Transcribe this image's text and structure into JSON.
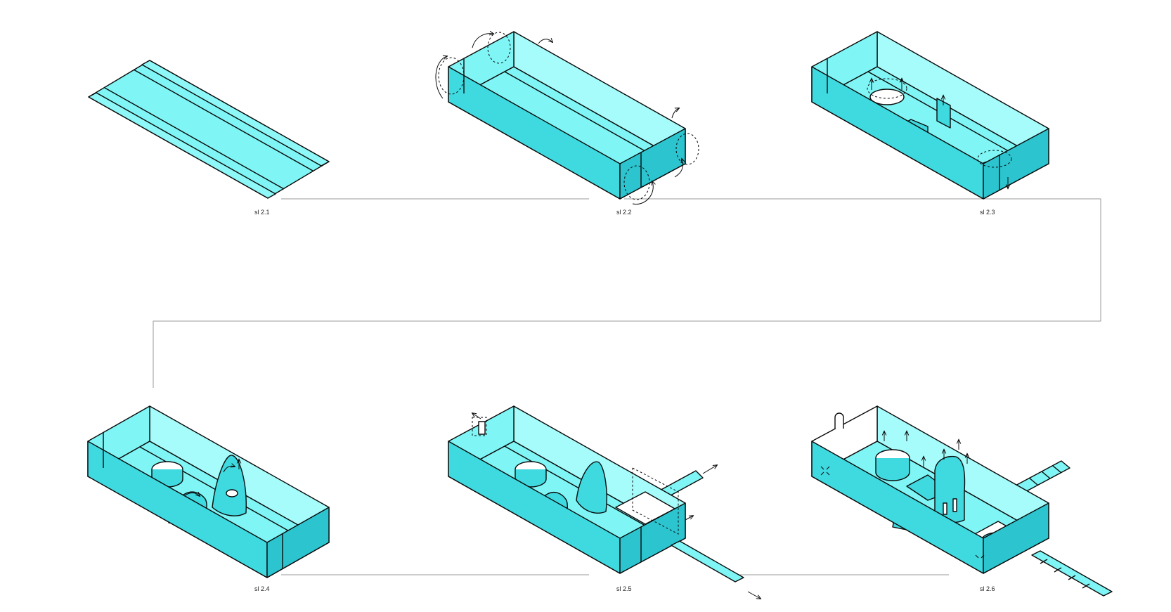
{
  "steps": [
    {
      "id": "s1",
      "label": "sl 2.1"
    },
    {
      "id": "s2",
      "label": "sl 2.2"
    },
    {
      "id": "s3",
      "label": "sl 2.3"
    },
    {
      "id": "s4",
      "label": "sl 2.4"
    },
    {
      "id": "s5",
      "label": "sl 2.5"
    },
    {
      "id": "s6",
      "label": "sl 2.6"
    }
  ],
  "colors": {
    "panel": "#7ff5f5",
    "panel_light": "#a6fbfb",
    "panel_side": "#3fd9e0",
    "panel_dark": "#2bc4cf",
    "stroke": "#0a0a0a",
    "connector": "#9a9a9a",
    "background": "#ffffff"
  }
}
